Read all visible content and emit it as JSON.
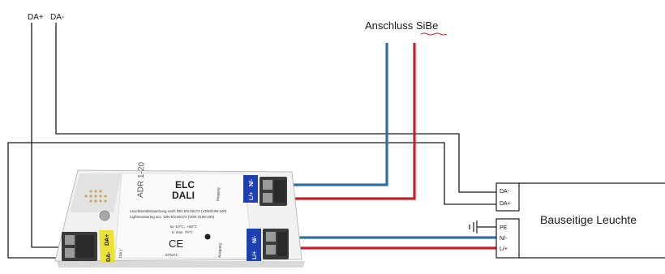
{
  "labels": {
    "da_plus": "DA+",
    "da_minus": "DA-",
    "anschluss": "Anschluss SiBe",
    "bauseitige": "Bauseitige Leuchte"
  },
  "box": {
    "da_minus": "DA-",
    "da_plus": "DA+",
    "pe": "PE",
    "n": "N/-",
    "l": "L/+"
  },
  "device": {
    "model": "ADR 1-20",
    "title": "ELC",
    "subtitle": "DALI",
    "line1": "Leuchtenüberwachung nach DIN EN 60172 (VDE0108-100)",
    "line2": "Lightmonitoring acc. DIN EN 60172 (VDE 0108-100)",
    "temp": "ta -10°C...+50°C",
    "tc": "tc max. 70°C",
    "ce": "CE",
    "article": "670471",
    "eingang": "Eingang",
    "ausgang": "Ausgang",
    "dali_label": "DALI",
    "term_da_plus": "DA+",
    "term_da_minus": "DA-",
    "term_l_plus": "L/+",
    "term_n_minus": "N/-"
  },
  "colors": {
    "wire_black": "#1a1a1a",
    "wire_blue": "#2f6fa8",
    "wire_red": "#c8202a",
    "terminal_blue": "#1d3fb0",
    "terminal_yellow": "#e8e23a"
  }
}
